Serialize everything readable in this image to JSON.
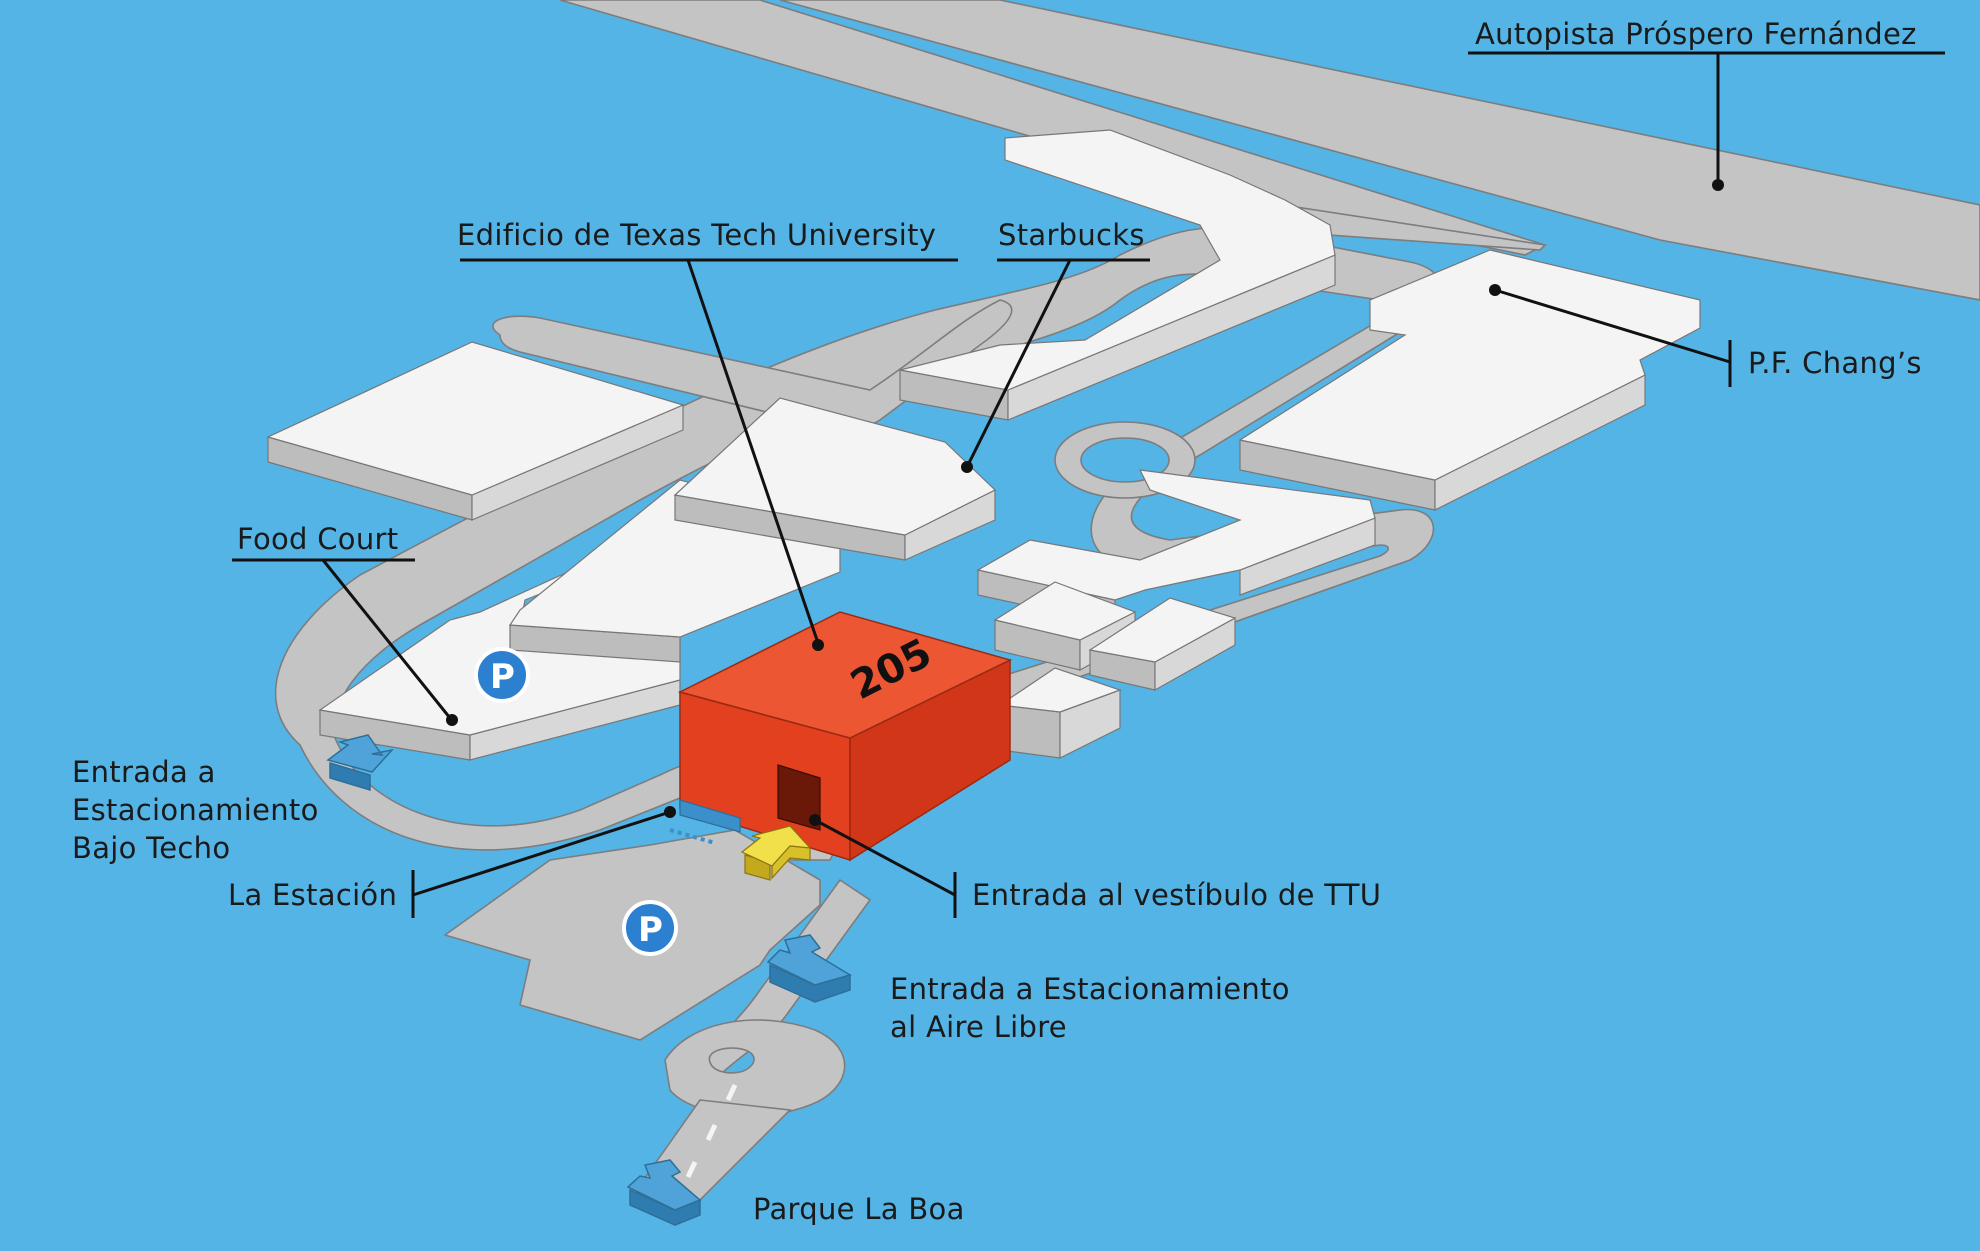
{
  "map": {
    "background_color": "#54b4e6",
    "highlight_building_color": "#e84a2a",
    "entrance_arrow_color": "#4fa3d8",
    "lobby_arrow_color": "#f2e04a",
    "building_number": "205"
  },
  "labels": {
    "highway": "Autopista Próspero Fernández",
    "ttu_building": "Edificio de Texas Tech University",
    "starbucks": "Starbucks",
    "pf_changs": "P.F. Chang’s",
    "food_court": "Food Court",
    "covered_parking_line1": "Entrada a",
    "covered_parking_line2": "Estacionamiento",
    "covered_parking_line3": "Bajo Techo",
    "la_estacion": "La Estación",
    "ttu_lobby": "Entrada al vestíbulo de TTU",
    "open_parking_line1": "Entrada a Estacionamiento",
    "open_parking_line2": "al Aire Libre",
    "parque_la_boa": "Parque La Boa"
  },
  "icons": {
    "parking_symbol": "P"
  }
}
